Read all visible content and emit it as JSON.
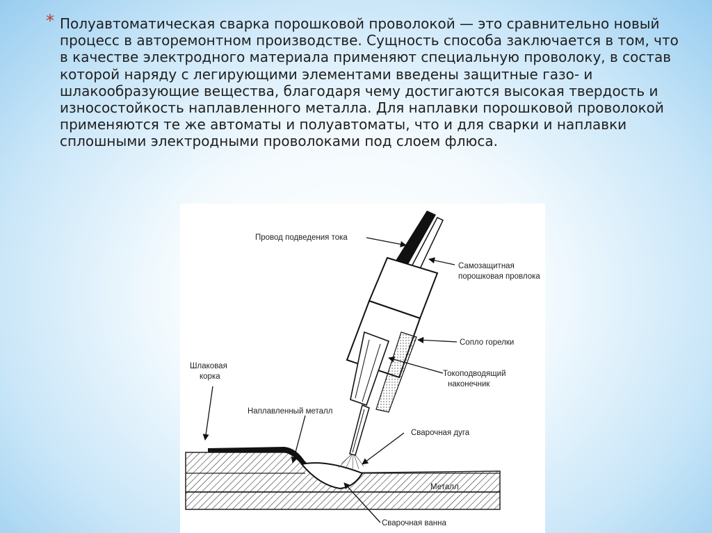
{
  "slide": {
    "bullet_symbol": "*",
    "paragraph": "Полуавтоматическая сварка порошковой проволокой — это сравнительно новый процесс в авторемонтном производстве. Сущность способа заключается в том, что в качестве электродного материала применяют специальную проволоку, в состав которой наряду с легирующими элементами введены защитные газо- и шлакообразующие вещества, благодаря чему достигаются высокая твердость и износостойкость наплавленного металла. Для наплавки порошковой проволокой применяются те же автоматы и полуавтоматы, что и для сварки и наплавки сплошными электродными проволоками под слоем флюса."
  },
  "diagram": {
    "labels": {
      "current_wire": "Провод подведения тока",
      "flux_wire_1": "Самозащитная",
      "flux_wire_2": "порошковая провлока",
      "nozzle": "Сопло горелки",
      "contact_tip_1": "Токоподводящий",
      "contact_tip_2": "наконечник",
      "slag_1": "Шлаковая",
      "slag_2": "корка",
      "deposited_metal": "Наплавленный металл",
      "arc": "Сварочная дуга",
      "metal": "Металл",
      "weld_pool": "Сварочная ванна"
    }
  },
  "colors": {
    "bullet": "#c0392b",
    "text": "#1f1f1f",
    "background_edge": "#98cdf0"
  }
}
